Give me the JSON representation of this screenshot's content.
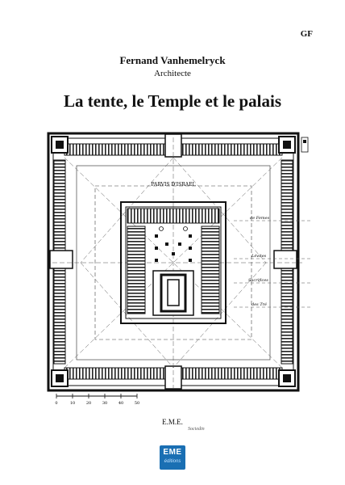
{
  "cover": {
    "corner_mark": "GF",
    "author": "Fernand Vanhemelryck",
    "role": "Architecte",
    "title": "La tente, le Temple et le palais",
    "publisher": "E.M.E.",
    "publisher_sub": "Sociedin"
  },
  "plan": {
    "court_label": "PARVIS D'ISRAEL",
    "side_labels": [
      "de Femes",
      "Lévites",
      "Sacrifices",
      "des Tré"
    ],
    "scale_labels": [
      "0",
      "10",
      "20",
      "30",
      "40",
      "50"
    ]
  },
  "logo": {
    "text": "EME",
    "sub": "éditions",
    "color": "#1a6fb3"
  }
}
